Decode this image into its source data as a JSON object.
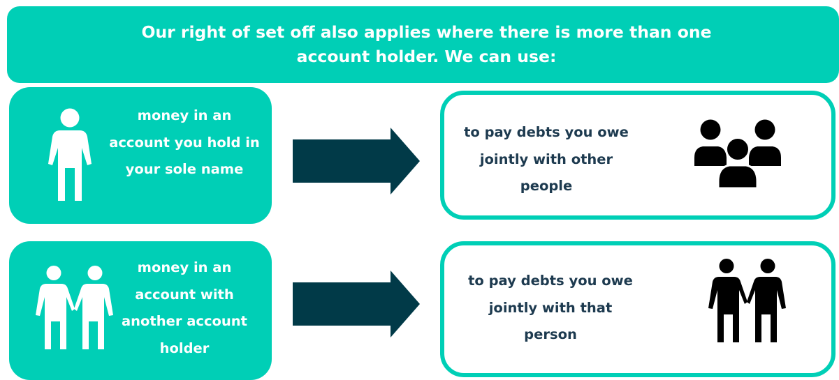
{
  "header": {
    "text": "Our right of set off also applies where there is more than one account holder. We can use:"
  },
  "rows": [
    {
      "source_text": "money in an account  you hold in your sole name",
      "source_icon": "single-person-icon",
      "target_text": "to pay debts you owe jointly with other people",
      "target_icon": "group-icon"
    },
    {
      "source_text": "money in an account with another account holder",
      "source_icon": "two-people-holding-hands-icon",
      "target_text": "to pay debts you owe jointly with that person",
      "target_icon": "two-people-holding-hands-icon"
    }
  ],
  "colors": {
    "accent": "#00cfb6",
    "arrow": "#013a48",
    "dark_text": "#1d3a4f",
    "icon_dark": "#000000",
    "icon_light": "#ffffff"
  }
}
